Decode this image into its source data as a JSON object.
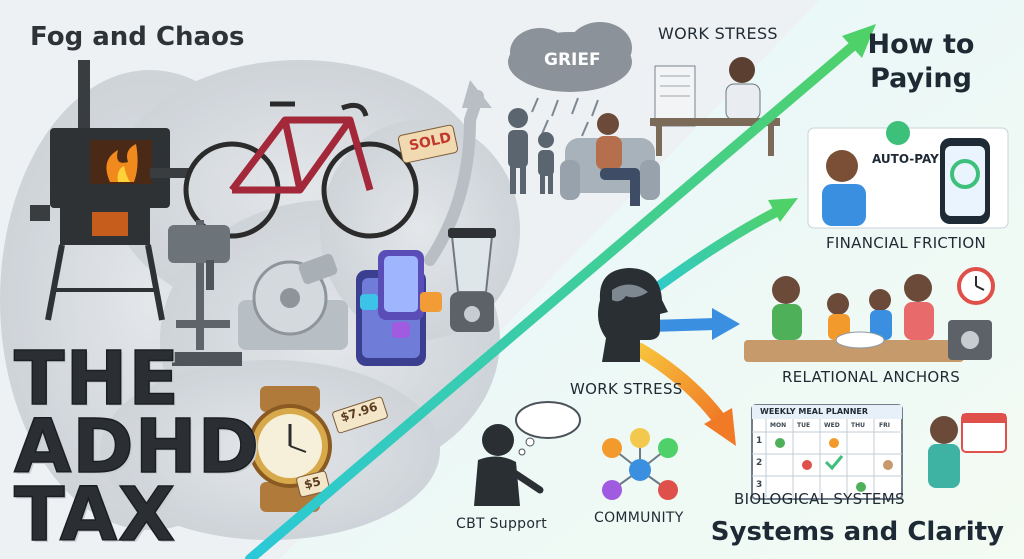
{
  "left": {
    "heading": "Fog and Chaos",
    "title_line1": "THE",
    "title_line2": "ADHD",
    "title_line3": "TAX",
    "grief_label": "GRIEF",
    "work_stress_top": "WORK STRESS",
    "sold_tag": "SOLD",
    "price_tag_1": "$7.96",
    "price_tag_2": "$5"
  },
  "right": {
    "heading": "How to Paying",
    "auto_pay": "AUTO-PAY",
    "financial_friction": "FINANCIAL FRICTION",
    "relational_anchors": "RELATIONAL ANCHORS",
    "work_stress": "WORK STRESS",
    "meal_planner_title": "WEEKLY MEAL PLANNER",
    "meal_planner_days": [
      "MON",
      "TUE",
      "WED",
      "THU",
      "FRI"
    ],
    "meal_planner_rows": [
      "1",
      "2",
      "3"
    ],
    "biological_systems": "BIOLOGICAL SYSTEMS",
    "cbt_support": "CBT Support",
    "community": "COMMUNITY",
    "footer": "Systems and Clarity"
  },
  "colors": {
    "fog": "#d9dde1",
    "arrow_start": "#2bc9d8",
    "arrow_end": "#4fd16a",
    "orange_arrow": "#f39a2c",
    "blue_arrow": "#3b8fe0",
    "accent_red": "#c0392b"
  }
}
